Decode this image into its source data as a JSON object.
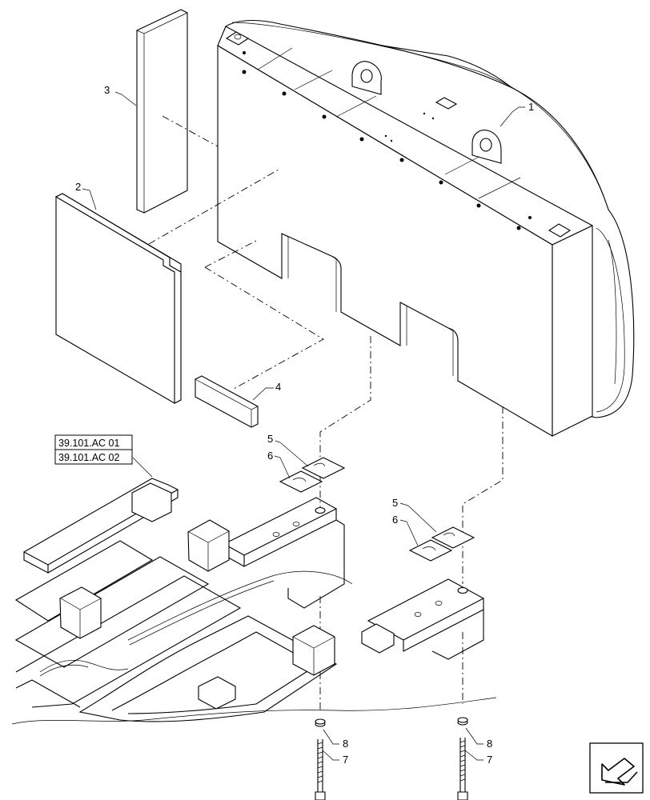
{
  "callouts": {
    "c1": "1",
    "c2": "2",
    "c3": "3",
    "c4": "4",
    "c5a": "5",
    "c6a": "6",
    "c5b": "5",
    "c6b": "6",
    "c8a": "8",
    "c7a": "7",
    "c8b": "8",
    "c7b": "7"
  },
  "references": {
    "ref1": "39.101.AC 01",
    "ref2": "39.101.AC 02"
  },
  "icons": {
    "nav": "back-arrow-icon"
  }
}
